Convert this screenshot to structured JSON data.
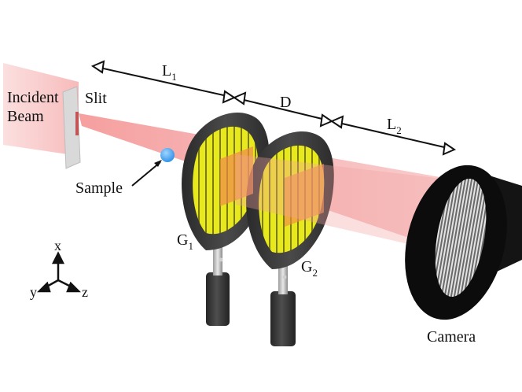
{
  "labels": {
    "incident": "Incident",
    "beam": "Beam",
    "slit": "Slit",
    "sample": "Sample",
    "l1_base": "L",
    "l1_sub": "1",
    "d": "D",
    "l2_base": "L",
    "l2_sub": "2",
    "g1_base": "G",
    "g1_sub": "1",
    "g2_base": "G",
    "g2_sub": "2",
    "camera": "Camera",
    "axis_x": "x",
    "axis_y": "y",
    "axis_z": "z"
  },
  "colors": {
    "beam": "#f5a3a3",
    "beam_incident": "#f8c4c4",
    "grating_frame": "#3b3b3b",
    "grating_inner": "#e6e61a",
    "grating_line": "#8a8a12",
    "overlap": "#f08a4a",
    "sample": "#3aa0f0",
    "slit": "#d6d6d6",
    "camera": "#111111"
  }
}
